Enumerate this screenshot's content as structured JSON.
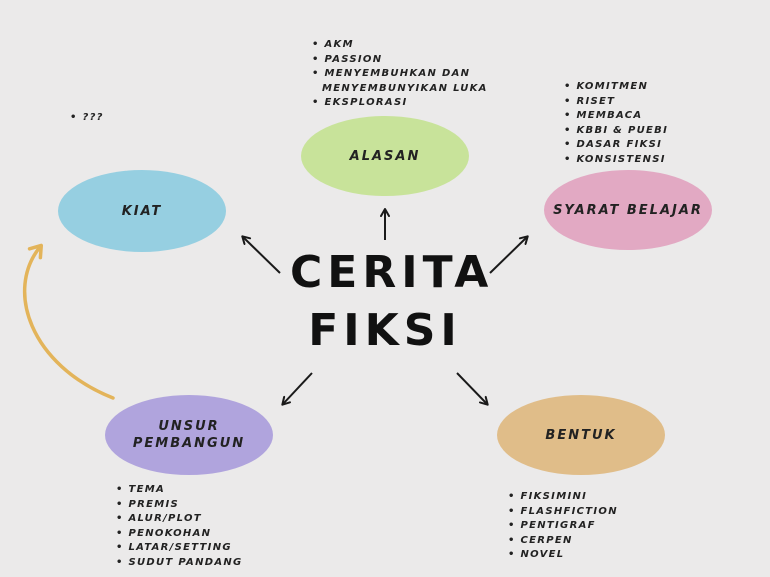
{
  "center": {
    "line1": "CERITA",
    "line2": "FIKSI"
  },
  "nodes": {
    "alasan": {
      "label": "ALASAN",
      "color": "#c8e39a"
    },
    "kiat": {
      "label": "KIAT",
      "color": "#96cfe1"
    },
    "syarat": {
      "label": "SYARAT BELAJAR",
      "color": "#e2a9c3"
    },
    "unsur": {
      "line1": "UNSUR",
      "line2": "PEMBANGUN",
      "color": "#b0a4dd"
    },
    "bentuk": {
      "label": "BENTUK",
      "color": "#e0bd89"
    }
  },
  "notes": {
    "alasan": [
      "AKM",
      "PASSION",
      "MENYEMBUHKAN DAN",
      "MENYEMBUNYIKAN LUKA",
      "EKSPLORASI"
    ],
    "kiat": [
      "???"
    ],
    "syarat": [
      "KOMITMEN",
      "RISET",
      "MEMBACA",
      "KBBI & PUEBI",
      "DASAR FIKSI",
      "KONSISTENSI"
    ],
    "unsur": [
      "TEMA",
      "PREMIS",
      "ALUR/PLOT",
      "PENOKOHAN",
      "LATAR/SETTING",
      "SUDUT PANDANG"
    ],
    "bentuk": [
      "FIKSIMINI",
      "FLASHFICTION",
      "PENTIGRAF",
      "CERPEN",
      "NOVEL"
    ]
  },
  "colors": {
    "arrow": "#1a1a1a",
    "curved_arrow": "#e3b45a"
  }
}
